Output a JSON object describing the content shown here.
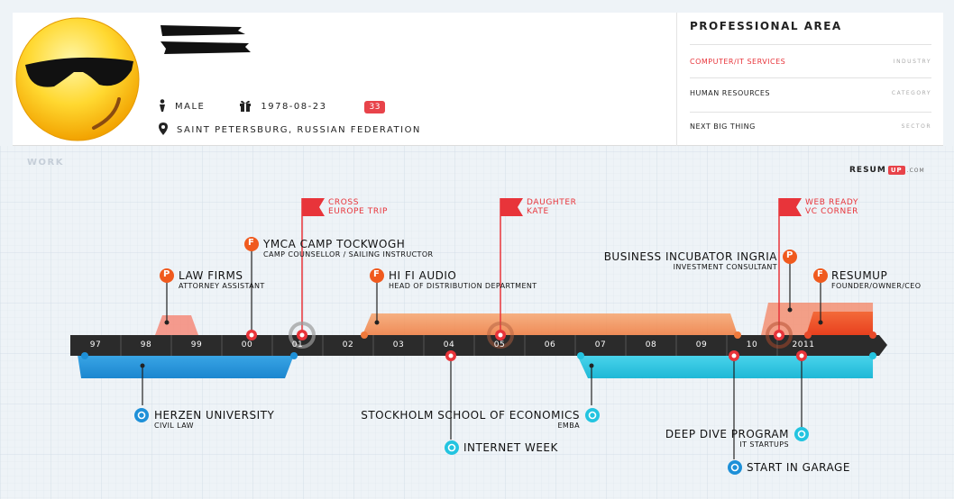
{
  "profile": {
    "gender": "MALE",
    "birthdate": "1978-08-23",
    "age": "33",
    "location": "SAINT PETERSBURG, RUSSIAN FEDERATION"
  },
  "professional_area": {
    "title": "PROFESSIONAL AREA",
    "items": [
      {
        "value": "COMPUTER/IT SERVICES",
        "key": "INDUSTRY",
        "highlight": true
      },
      {
        "value": "HUMAN RESOURCES",
        "key": "CATEGORY",
        "highlight": false
      },
      {
        "value": "NEXT BIG THING",
        "key": "SECTOR",
        "highlight": false
      }
    ]
  },
  "section": {
    "label": "WORK"
  },
  "brand": {
    "prefix": "RESUM",
    "up": "UP",
    "suffix": ".COM"
  },
  "timeline": {
    "years": [
      "97",
      "98",
      "99",
      "00",
      "01",
      "02",
      "03",
      "04",
      "05",
      "06",
      "07",
      "08",
      "09",
      "10",
      "2011"
    ],
    "flags": [
      {
        "line1": "CROSS",
        "line2": "EUROPE TRIP"
      },
      {
        "line1": "DAUGHTER",
        "line2": "KATE"
      },
      {
        "line1": "WEB READY",
        "line2": "VC CORNER"
      }
    ],
    "work": [
      {
        "badge": "P",
        "title": "LAW FIRMS",
        "subtitle": "ATTORNEY ASSISTANT"
      },
      {
        "badge": "F",
        "title": "YMCA CAMP TOCKWOGH",
        "subtitle": "CAMP COUNSELLOR / SAILING INSTRUCTOR"
      },
      {
        "badge": "F",
        "title": "HI FI AUDIO",
        "subtitle": "HEAD OF DISTRIBUTION DEPARTMENT"
      },
      {
        "badge": "P",
        "title": "BUSINESS INCUBATOR INGRIA",
        "subtitle": "INVESTMENT CONSULTANT"
      },
      {
        "badge": "F",
        "title": "RESUMUP",
        "subtitle": "FOUNDER/OWNER/CEO"
      }
    ],
    "education": [
      {
        "title": "HERZEN UNIVERSITY",
        "subtitle": "CIVIL LAW"
      },
      {
        "title": "STOCKHOLM SCHOOL OF ECONOMICS",
        "subtitle": "EMBA"
      },
      {
        "title": "INTERNET WEEK",
        "subtitle": ""
      },
      {
        "title": "DEEP DIVE PROGRAM",
        "subtitle": "IT STARTUPS"
      },
      {
        "title": "START IN GARAGE",
        "subtitle": ""
      }
    ]
  },
  "colors": {
    "accent": "#e8343a",
    "work_orange": "#f07a3c",
    "work_red": "#e84a2a",
    "edu_blue": "#1e90d8",
    "edu_cyan": "#23c4e0",
    "axis": "#2b2b2b"
  }
}
